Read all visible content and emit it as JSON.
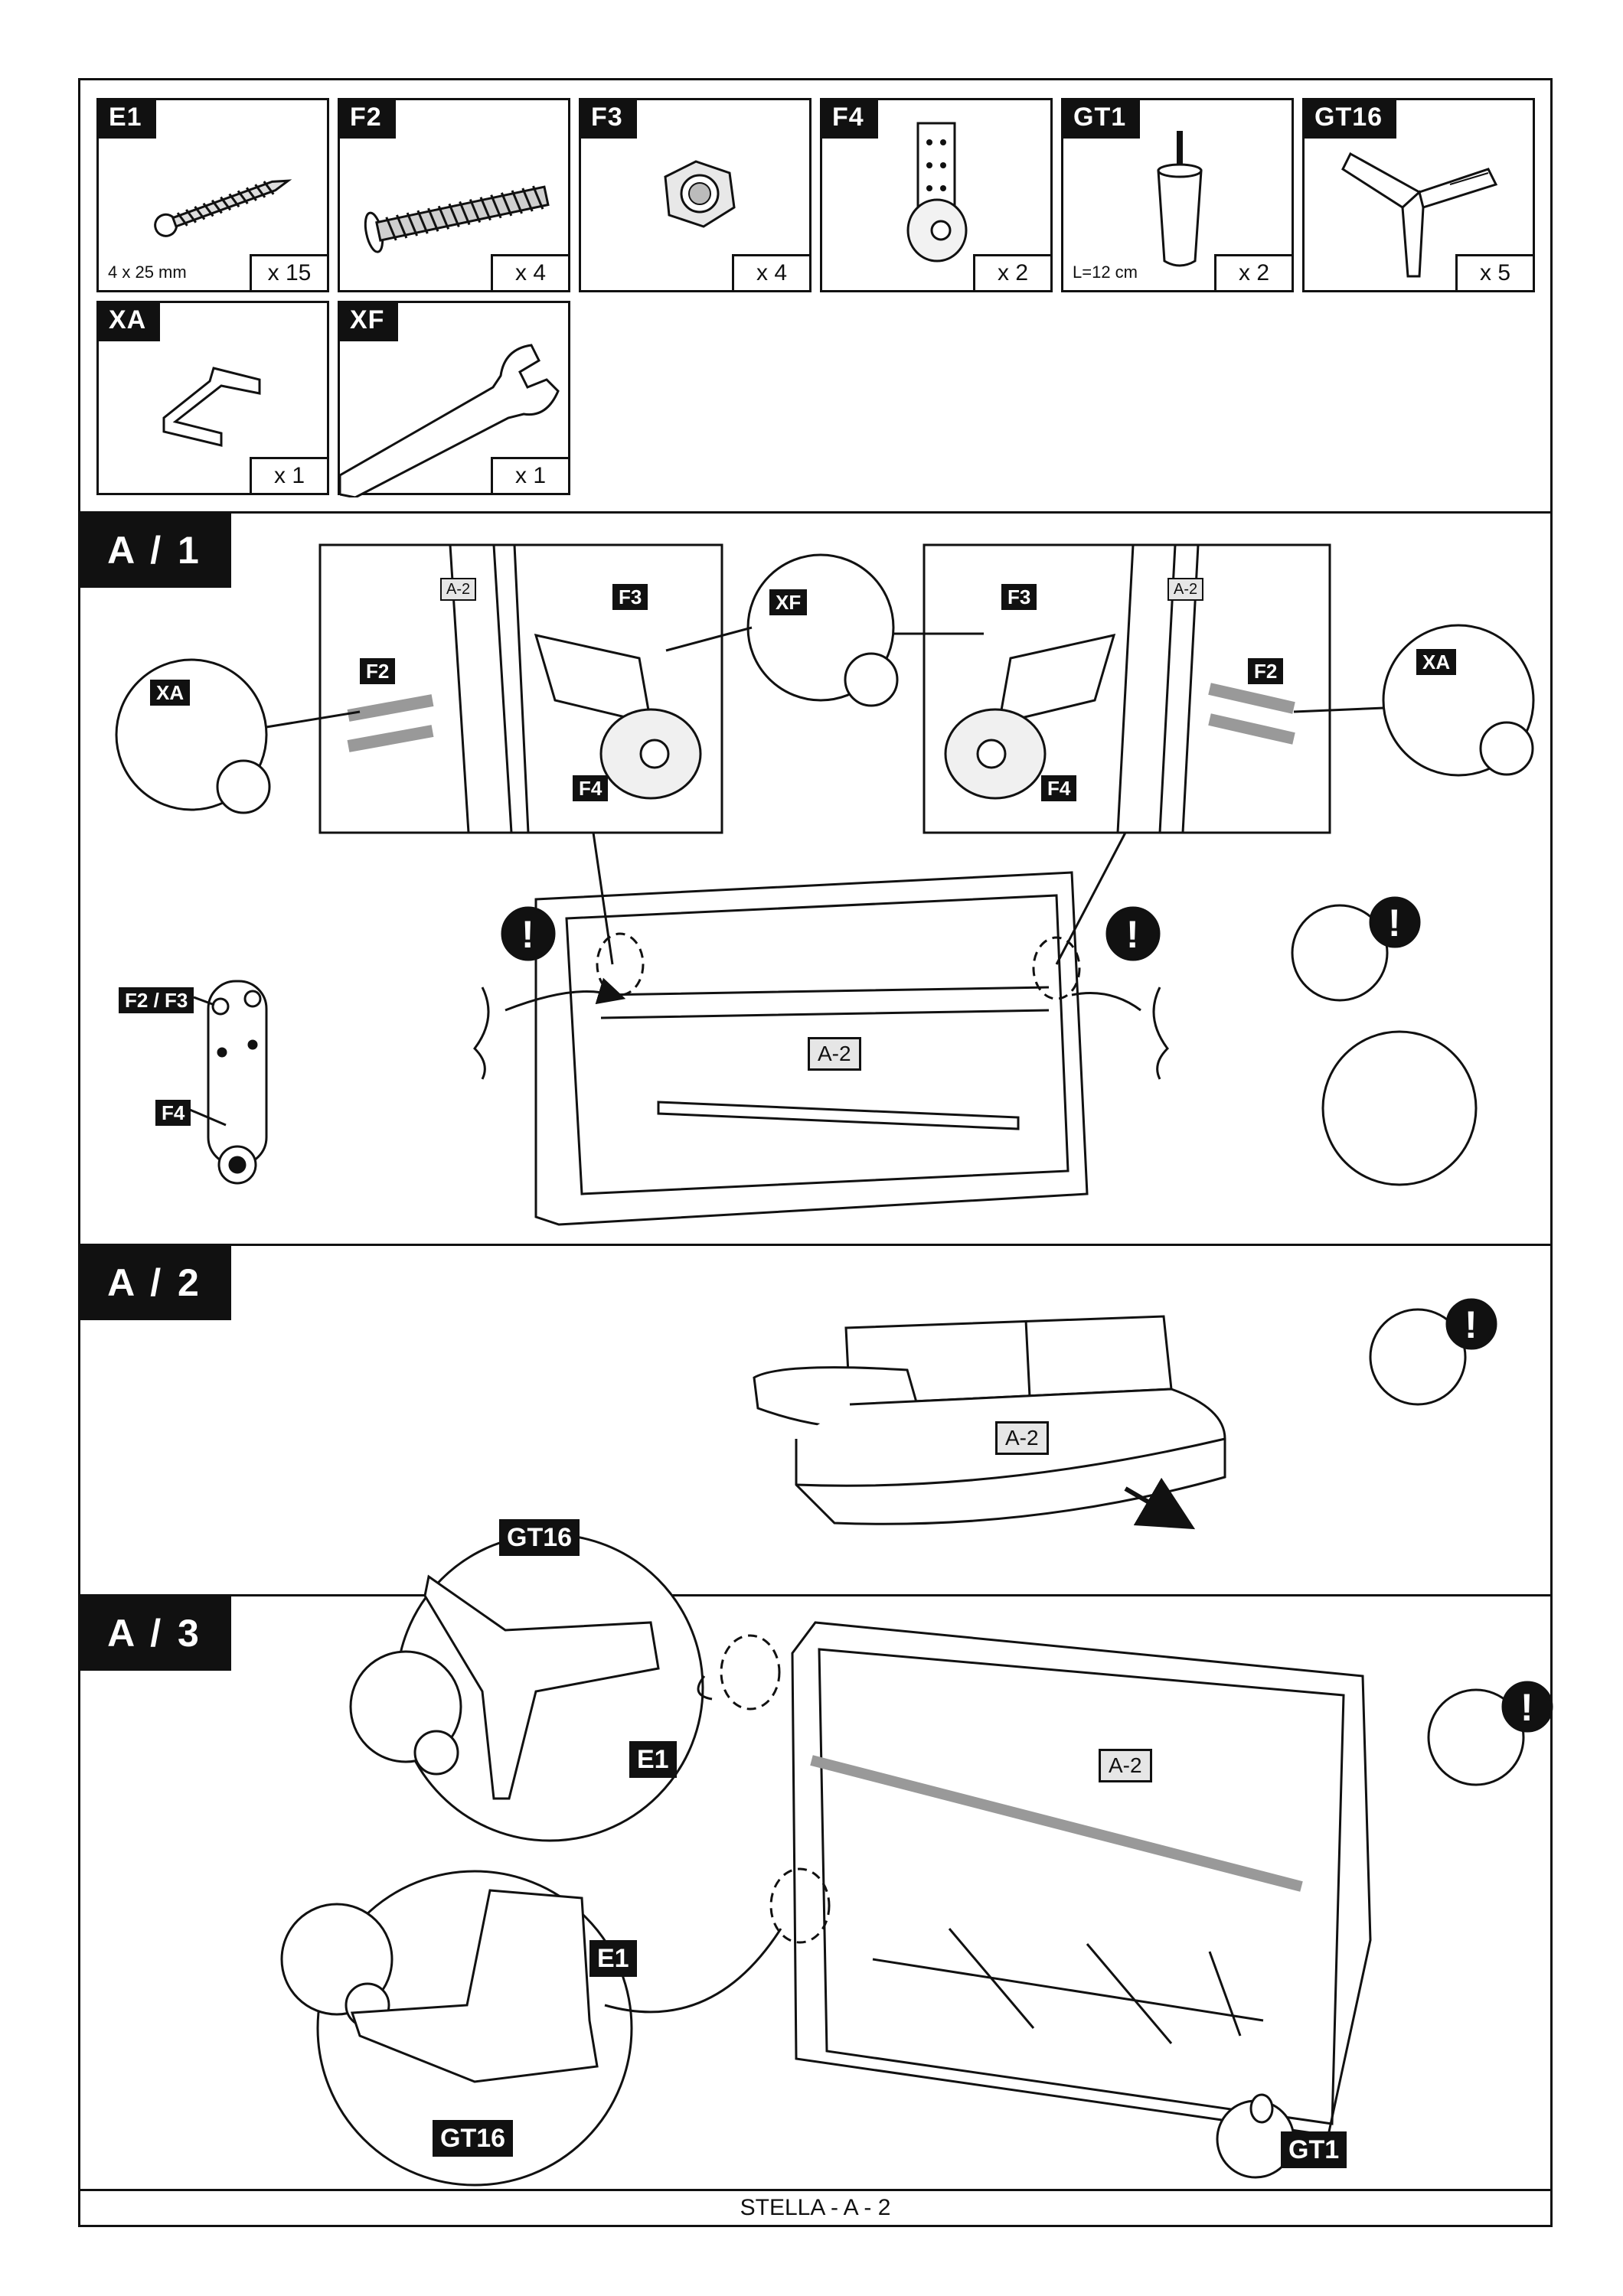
{
  "parts": [
    {
      "code": "E1",
      "qty": "x 15",
      "size": "4 x 25 mm",
      "icon": "screw-icon"
    },
    {
      "code": "F2",
      "qty": "x 4",
      "size": "",
      "icon": "bolt-icon"
    },
    {
      "code": "F3",
      "qty": "x 4",
      "size": "",
      "icon": "nut-icon"
    },
    {
      "code": "F4",
      "qty": "x 2",
      "size": "",
      "icon": "wheel-bracket-icon"
    },
    {
      "code": "GT1",
      "qty": "x 2",
      "size": "L=12 cm",
      "icon": "leg-icon"
    },
    {
      "code": "GT16",
      "qty": "x 5",
      "size": "",
      "icon": "angled-leg-icon"
    },
    {
      "code": "XA",
      "qty": "x 1",
      "size": "",
      "icon": "allen-key-icon"
    },
    {
      "code": "XF",
      "qty": "x 1",
      "size": "",
      "icon": "wrench-icon"
    }
  ],
  "steps": {
    "a1": {
      "badge": "A / 1",
      "labels": {
        "f2": "F2",
        "f3": "F3",
        "f4": "F4",
        "xa": "XA",
        "xf": "XF",
        "a2": "A-2",
        "f2f3": "F2 / F3"
      }
    },
    "a2": {
      "badge": "A / 2",
      "a2": "A-2"
    },
    "a3": {
      "badge": "A / 3",
      "gt16": "GT16",
      "e1": "E1",
      "gt1": "GT1",
      "a2": "A-2"
    }
  },
  "footer": "STELLA - A - 2"
}
